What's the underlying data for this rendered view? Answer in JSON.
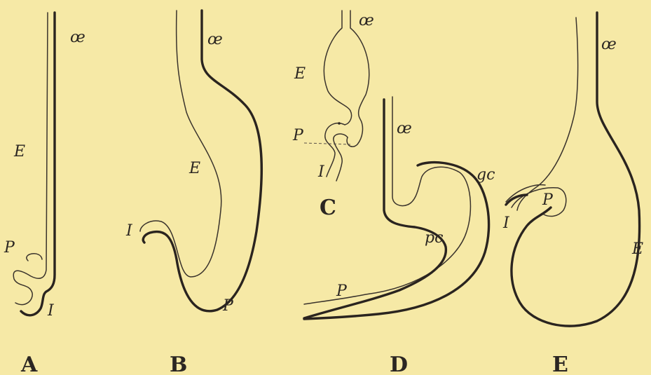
{
  "figures": [
    {
      "caption": "A",
      "labels": {
        "oesophagus": "œ",
        "stomach": "E",
        "pylorus": "P",
        "intestine": "I"
      }
    },
    {
      "caption": "B",
      "labels": {
        "oesophagus": "œ",
        "stomach": "E",
        "pylorus": "P",
        "intestine": "I"
      }
    },
    {
      "caption": "C",
      "labels": {
        "oesophagus": "œ",
        "stomach": "E",
        "pylorus": "P",
        "intestine": "I"
      }
    },
    {
      "caption": "D",
      "labels": {
        "oesophagus": "œ",
        "greater_curvature": "gc",
        "pyloric_curvature": "pc",
        "pylorus": "P"
      }
    },
    {
      "caption": "E",
      "labels": {
        "oesophagus": "œ",
        "stomach": "E",
        "pylorus": "P",
        "intestine": "I"
      }
    }
  ],
  "colors": {
    "background": "#f6e9a6",
    "ink": "#2a241f"
  }
}
